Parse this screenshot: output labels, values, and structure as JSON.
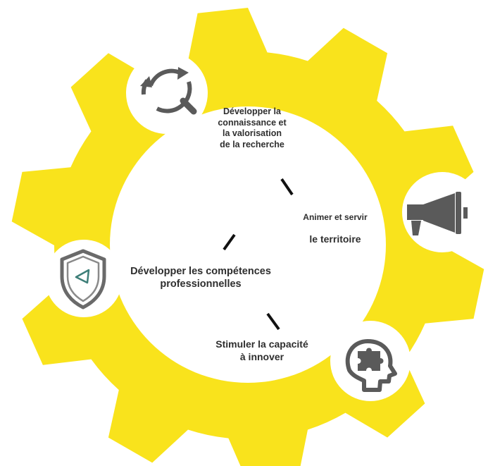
{
  "colors": {
    "gear": "#F9E31C",
    "center": "#FFFFFF",
    "icon": "#5a5a5a",
    "text": "#2e2e2e",
    "dash": "#111111",
    "triangle_accent": "#3e7f79"
  },
  "items": [
    {
      "icon": "search-refresh-icon",
      "label": "Développer la\nconnaissance et\nla valorisation\nde la recherche"
    },
    {
      "icon": "megaphone-icon",
      "label_line1": "Animer et servir",
      "label_line2": "le territoire"
    },
    {
      "icon": "head-puzzle-icon",
      "label": "Stimuler la capacité\nà innover"
    },
    {
      "icon": "shield-icon",
      "label": "Développer les compétences\nprofessionnelles"
    }
  ]
}
